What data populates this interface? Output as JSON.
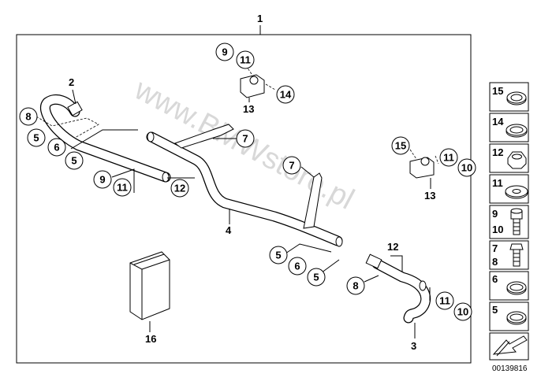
{
  "watermark": "www.BMWstore.pl",
  "document_id": "00139816",
  "main_label": "1",
  "labels": {
    "part_2": "2",
    "part_3": "3",
    "part_4": "4",
    "part_13_a": "13",
    "part_13_b": "13",
    "part_16": "16",
    "bracket_12_b": "12"
  },
  "callouts": {
    "c9a": "9",
    "c11a": "11",
    "c14a": "14",
    "c8a": "8",
    "c5a": "5",
    "c6a": "6",
    "c5b": "5",
    "c7a": "7",
    "c9b": "9",
    "c11b": "11",
    "c12a": "12",
    "c7b": "7",
    "c15a": "15",
    "c11c": "11",
    "c10a": "10",
    "c5c": "5",
    "c6b": "6",
    "c5d": "5",
    "c8b": "8",
    "c11d": "11",
    "c10b": "10"
  },
  "sidebar": {
    "items": [
      {
        "label": "15",
        "icon": "ring-icon"
      },
      {
        "label": "14",
        "icon": "washer-icon"
      },
      {
        "label": "12",
        "icon": "hex-nut-icon"
      },
      {
        "label": "11",
        "icon": "flat-washer-icon"
      },
      {
        "label": "9",
        "label2": "10",
        "icon": "socket-screw-icon"
      },
      {
        "label": "7",
        "label2": "8",
        "icon": "hex-bolt-icon"
      },
      {
        "label": "6",
        "icon": "ring-icon"
      },
      {
        "label": "5",
        "icon": "ring-icon"
      },
      {
        "label": "",
        "icon": "arrow-icon"
      }
    ]
  }
}
